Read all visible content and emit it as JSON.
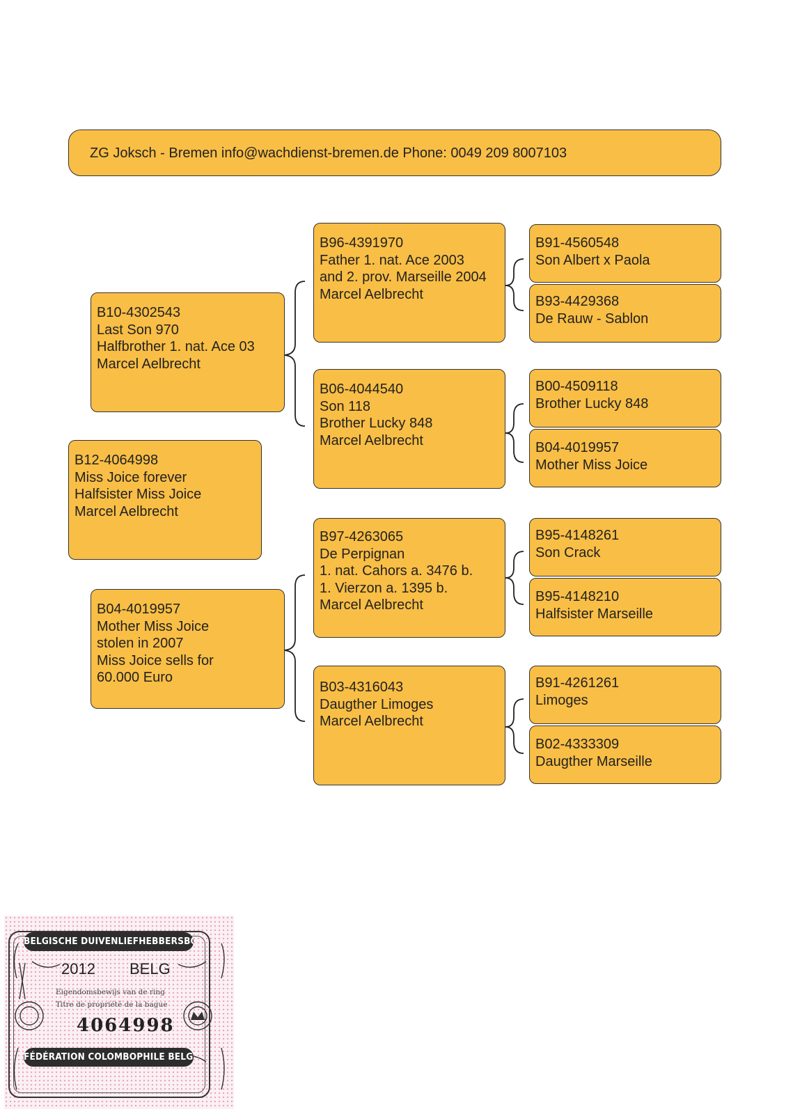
{
  "header": {
    "text": "ZG Joksch - Bremen info@wachdienst-bremen.de Phone: 0049 209 8007103"
  },
  "pedigree": {
    "gen1": [
      {
        "lines": [
          "B10-4302543",
          "Last Son 970",
          "Halfbrother 1. nat. Ace 03",
          "Marcel Aelbrecht"
        ]
      },
      {
        "lines": [
          "B12-4064998",
          "Miss Joice forever",
          "Halfsister Miss Joice",
          "Marcel Aelbrecht"
        ]
      },
      {
        "lines": [
          "B04-4019957",
          "Mother Miss Joice",
          "stolen in 2007",
          "Miss Joice sells for",
          "60.000 Euro"
        ]
      }
    ],
    "gen2": [
      {
        "lines": [
          "B96-4391970",
          "Father 1. nat. Ace 2003",
          "and 2. prov. Marseille 2004",
          "Marcel Aelbrecht"
        ]
      },
      {
        "lines": [
          "B06-4044540",
          "Son 118",
          "Brother Lucky 848",
          "Marcel Aelbrecht"
        ]
      },
      {
        "lines": [
          "B97-4263065",
          "De Perpignan",
          "1. nat. Cahors a. 3476 b.",
          "1. Vierzon a. 1395 b.",
          "Marcel Aelbrecht"
        ]
      },
      {
        "lines": [
          "B03-4316043",
          "Daugther Limoges",
          "Marcel Aelbrecht"
        ]
      }
    ],
    "gen3": [
      {
        "lines": [
          "B91-4560548",
          "Son Albert x Paola"
        ]
      },
      {
        "lines": [
          "B93-4429368",
          "De Rauw - Sablon"
        ]
      },
      {
        "lines": [
          "B00-4509118",
          "Brother Lucky 848"
        ]
      },
      {
        "lines": [
          "B04-4019957",
          "Mother Miss Joice"
        ]
      },
      {
        "lines": [
          "B95-4148261",
          "Son Crack"
        ]
      },
      {
        "lines": [
          "B95-4148210",
          "Halfsister Marseille"
        ]
      },
      {
        "lines": [
          "B91-4261261",
          "Limoges"
        ]
      },
      {
        "lines": [
          "B02-4333309",
          "Daugther Marseille"
        ]
      }
    ]
  },
  "certificate": {
    "top_banner": "BELGISCHE DUIVENLIEFHEBBERSBOND",
    "year": "2012",
    "country": "BELG",
    "line_nl": "Eigendomsbewijs van de ring",
    "line_fr": "Titre de propriété de la bague",
    "ring_number": "4064998",
    "bottom_banner": "FÉDÉRATION COLOMBOPHILE BELGE"
  },
  "colors": {
    "box_fill": "#f9be45",
    "outline": "#333333",
    "cert_background": "#fbf0f4",
    "cert_dots": "#e6a6bd"
  }
}
